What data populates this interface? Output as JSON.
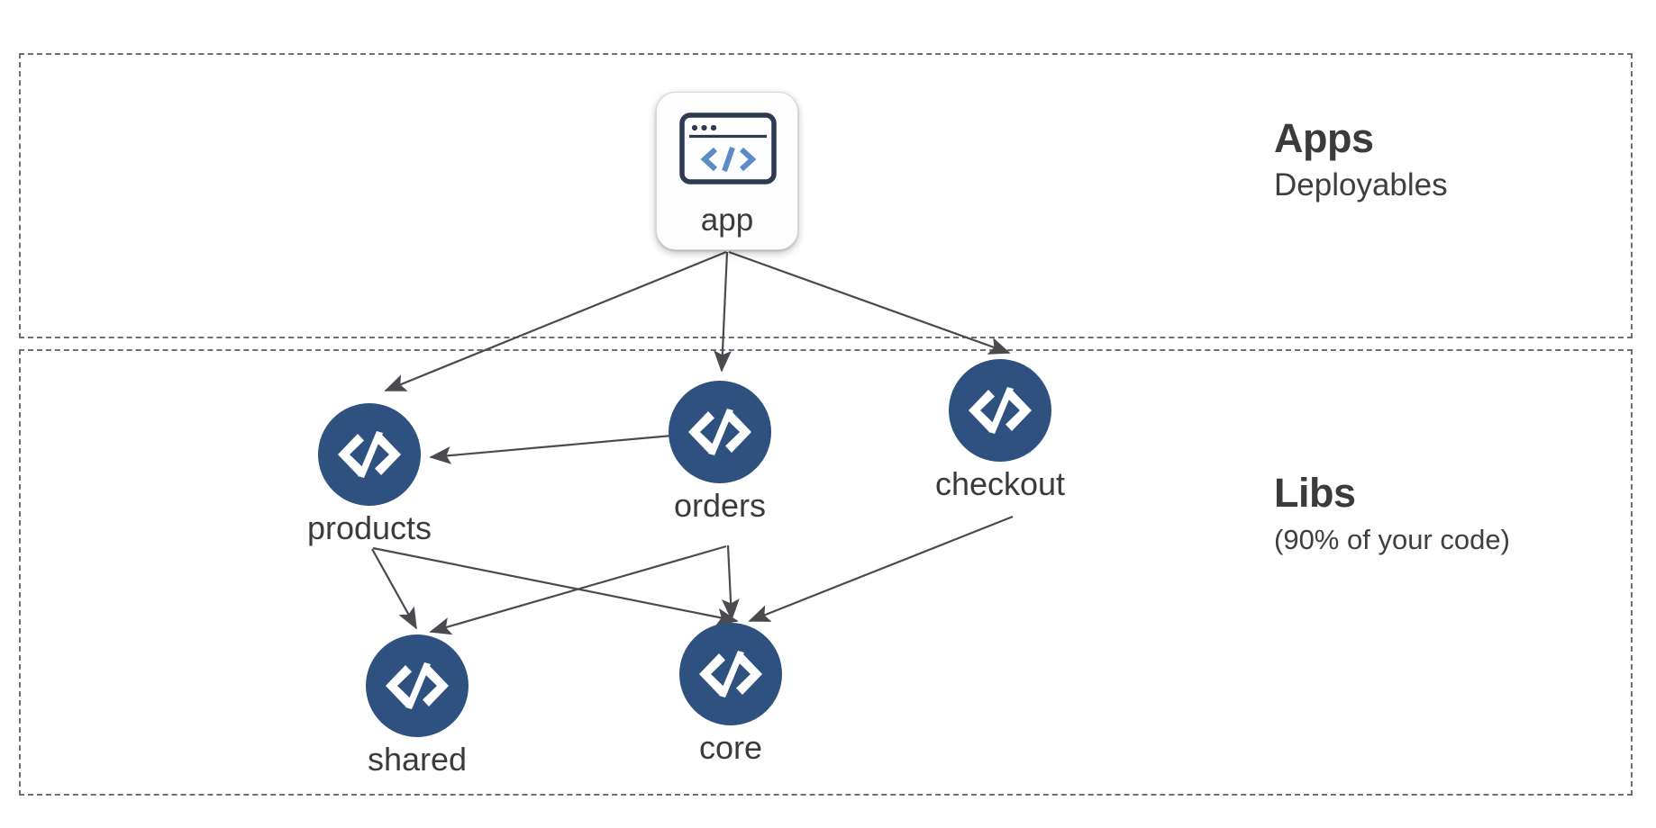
{
  "diagram": {
    "title_hidden": "",
    "layers": [
      {
        "id": "apps",
        "title": "Apps",
        "subtitle": "Deployables"
      },
      {
        "id": "libs",
        "title": "Libs",
        "subtitle": "(90% of your code)"
      }
    ],
    "nodes": [
      {
        "id": "app",
        "label": "app",
        "type": "app-card",
        "icon": "browser-code-icon"
      },
      {
        "id": "products",
        "label": "products",
        "type": "lib-circle",
        "icon": "code-icon"
      },
      {
        "id": "orders",
        "label": "orders",
        "type": "lib-circle",
        "icon": "code-icon"
      },
      {
        "id": "checkout",
        "label": "checkout",
        "type": "lib-circle",
        "icon": "code-icon"
      },
      {
        "id": "shared",
        "label": "shared",
        "type": "lib-circle",
        "icon": "code-icon"
      },
      {
        "id": "core",
        "label": "core",
        "type": "lib-circle",
        "icon": "code-icon"
      }
    ],
    "edges": [
      {
        "from": "app",
        "to": "products"
      },
      {
        "from": "app",
        "to": "orders"
      },
      {
        "from": "app",
        "to": "checkout"
      },
      {
        "from": "orders",
        "to": "products"
      },
      {
        "from": "products",
        "to": "shared"
      },
      {
        "from": "products",
        "to": "core"
      },
      {
        "from": "orders",
        "to": "shared"
      },
      {
        "from": "orders",
        "to": "core"
      },
      {
        "from": "checkout",
        "to": "core"
      }
    ],
    "colors": {
      "node_fill": "#2f5180",
      "node_glyph": "#ffffff",
      "app_card_bg": "#fdfdfd",
      "app_icon_frame": "#2e3a4f",
      "app_icon_glyph": "#5b8bc9",
      "edge_stroke": "#4a4a4f",
      "layer_border": "#6b6f76",
      "text": "#3b3b3e",
      "background": "#ffffff"
    }
  }
}
